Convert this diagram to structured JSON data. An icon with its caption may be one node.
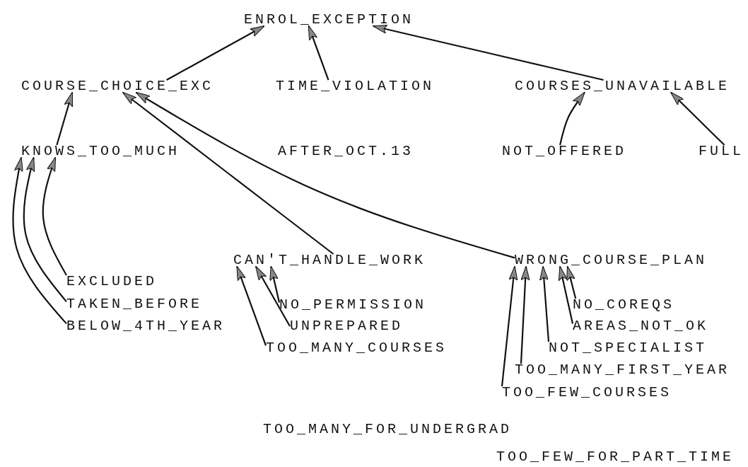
{
  "diagram": {
    "nodes": [
      {
        "text": [
          "ENROL_EXCEPTION"
        ]
      },
      {
        "text": [
          "COURSE_CHOICE_EXC"
        ]
      },
      {
        "text": [
          "TIME_VIOLATION"
        ]
      },
      {
        "text": [
          "COURSES_UNAVAILABLE"
        ]
      },
      {
        "text": [
          "KNOWS_TOO_MUCH"
        ]
      },
      {
        "text": [
          "NOT_OFFERED"
        ]
      },
      {
        "text": [
          "FULL"
        ]
      },
      {
        "text": [
          "EXCLUDED"
        ]
      },
      {
        "text": [
          "TAKEN_BEFORE"
        ]
      },
      {
        "text": [
          "BELOW_4TH_YEAR"
        ]
      },
      {
        "text": [
          "CAN'T_HANDLE_WORK"
        ]
      },
      {
        "text": [
          "NO_PERMISSION"
        ]
      },
      {
        "text": [
          "UNPREPARED"
        ]
      },
      {
        "text": [
          "TOO_MANY_COURSES"
        ]
      },
      {
        "text": [
          "WRONG_COURSE_PLAN"
        ]
      },
      {
        "text": [
          "NO_COREQS"
        ]
      },
      {
        "text": [
          "AREAS_NOT_OK"
        ]
      },
      {
        "text": [
          "NOT_SPECIALIST"
        ]
      },
      {
        "text": [
          "TOO_MANY_FIRST_YEAR"
        ]
      },
      {
        "text": [
          "TOO_FEW_COURSES"
        ]
      }
    ],
    "edges": [
      {
        "from": 1,
        "to": 0,
        "arrow": "to"
      },
      {
        "from": 2,
        "to": 0,
        "arrow": "to"
      },
      {
        "from": 3,
        "to": 0,
        "arrow": "to"
      },
      {
        "from": 4,
        "to": 1,
        "arrow": "to"
      },
      {
        "from": 10,
        "to": 1,
        "arrow": "to"
      },
      {
        "from": 14,
        "to": 1,
        "arrow": "to"
      },
      {
        "from": 5,
        "to": 3,
        "arrow": "to"
      },
      {
        "from": 6,
        "to": 3,
        "arrow": "to"
      },
      {
        "from": 7,
        "to": 4,
        "arrow": "to"
      },
      {
        "from": 8,
        "to": 4,
        "arrow": "to"
      },
      {
        "from": 9,
        "to": 4,
        "arrow": "to"
      },
      {
        "from": 11,
        "to": 10,
        "arrow": "to"
      },
      {
        "from": 12,
        "to": 10,
        "arrow": "to"
      },
      {
        "from": 13,
        "to": 10,
        "arrow": "to"
      },
      {
        "from": 15,
        "to": 14,
        "arrow": "to"
      },
      {
        "from": 16,
        "to": 14,
        "arrow": "to"
      },
      {
        "from": 17,
        "to": 14,
        "arrow": "to"
      },
      {
        "from": 18,
        "to": 14,
        "arrow": "to"
      },
      {
        "from": 19,
        "to": 14,
        "arrow": "to"
      }
    ],
    "labels": [
      "AFTER_OCT.13",
      "TOO_MANY_FOR_UNDERGRAD",
      "TOO_FEW_FOR_PART_TIME"
    ]
  }
}
